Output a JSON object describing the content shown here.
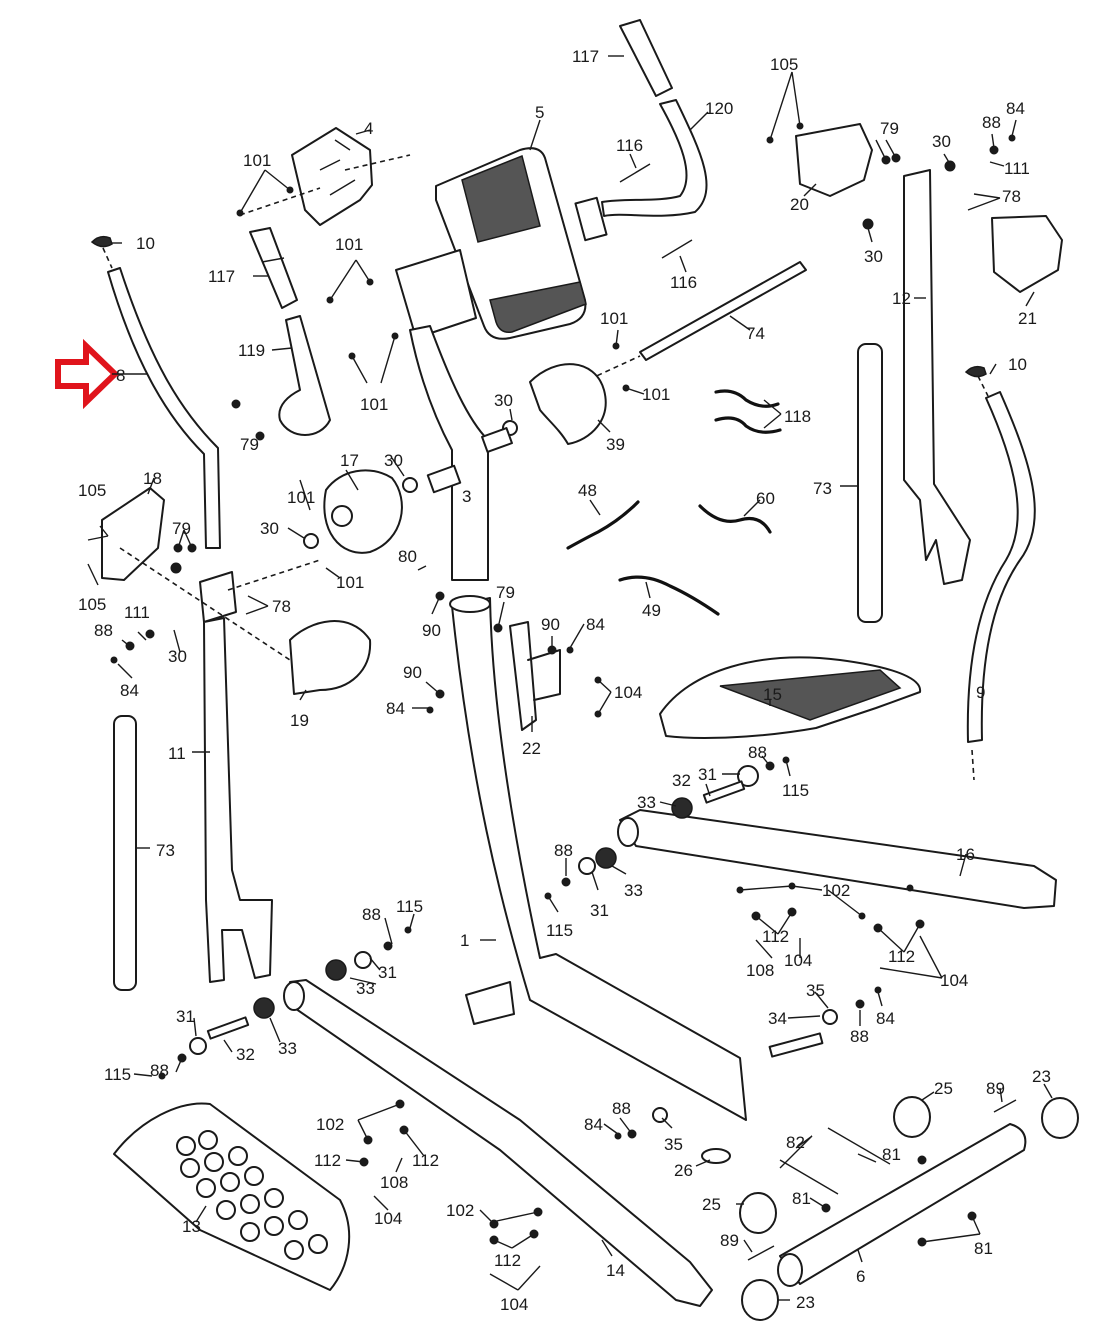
{
  "diagram": {
    "title": "Elliptical trainer exploded parts diagram",
    "highlight": {
      "type": "callout-arrow",
      "color": "#e0141c",
      "points_to_part": "8"
    },
    "colors": {
      "line": "#1a1a1a",
      "background": "#ffffff",
      "highlight": "#e0141c"
    },
    "parts": {
      "p1": "1",
      "p3": "3",
      "p4": "4",
      "p5": "5",
      "p6": "6",
      "p8": "8",
      "p9": "9",
      "p10a": "10",
      "p10b": "10",
      "p11": "11",
      "p12": "12",
      "p13": "13",
      "p14": "14",
      "p15": "15",
      "p16": "16",
      "p17": "17",
      "p18": "18",
      "p19": "19",
      "p20": "20",
      "p21": "21",
      "p22": "22",
      "p23a": "23",
      "p23b": "23",
      "p25a": "25",
      "p25b": "25",
      "p26": "26",
      "p30a": "30",
      "p30b": "30",
      "p30c": "30",
      "p30d": "30",
      "p30e": "30",
      "p30f": "30",
      "p31a": "31",
      "p31b": "31",
      "p31c": "31",
      "p31d": "31",
      "p32a": "32",
      "p32b": "32",
      "p33a": "33",
      "p33b": "33",
      "p33c": "33",
      "p33d": "33",
      "p34": "34",
      "p35a": "35",
      "p35b": "35",
      "p39": "39",
      "p48": "48",
      "p49": "49",
      "p60": "60",
      "p73a": "73",
      "p73b": "73",
      "p74": "74",
      "p78a": "78",
      "p78b": "78",
      "p79a": "79",
      "p79b": "79",
      "p79c": "79",
      "p79d": "79",
      "p80": "80",
      "p81a": "81",
      "p81b": "81",
      "p81c": "81",
      "p82": "82",
      "p84a": "84",
      "p84b": "84",
      "p84c": "84",
      "p84d": "84",
      "p84e": "84",
      "p84f": "84",
      "p88a": "88",
      "p88b": "88",
      "p88c": "88",
      "p88d": "88",
      "p88e": "88",
      "p88f": "88",
      "p88g": "88",
      "p89a": "89",
      "p89b": "89",
      "p90a": "90",
      "p90b": "90",
      "p90c": "90",
      "p101a": "101",
      "p101b": "101",
      "p101c": "101",
      "p101d": "101",
      "p101e": "101",
      "p101f": "101",
      "p101g": "101",
      "p102a": "102",
      "p102b": "102",
      "p102c": "102",
      "p102d": "102",
      "p104a": "104",
      "p104b": "104",
      "p104c": "104",
      "p104d": "104",
      "p104e": "104",
      "p105a": "105",
      "p105b": "105",
      "p105c": "105",
      "p108a": "108",
      "p108b": "108",
      "p111a": "111",
      "p111b": "111",
      "p112a": "112",
      "p112b": "112",
      "p112c": "112",
      "p112d": "112",
      "p112e": "112",
      "p115a": "115",
      "p115b": "115",
      "p115c": "115",
      "p115d": "115",
      "p116a": "116",
      "p116b": "116",
      "p117a": "117",
      "p117b": "117",
      "p118": "118",
      "p119": "119",
      "p120": "120"
    }
  }
}
